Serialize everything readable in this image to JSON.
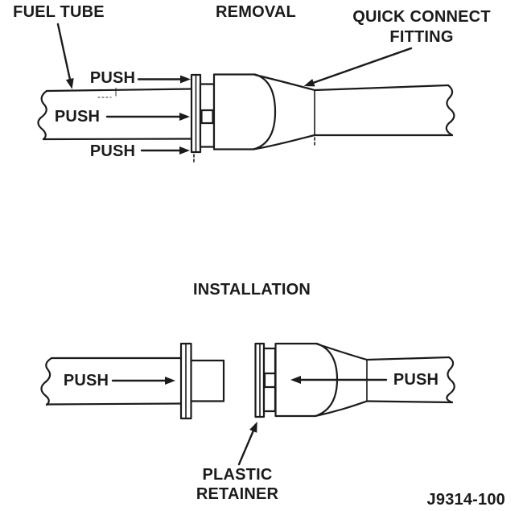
{
  "figure_title": "Fuel tube quick connect fitting service diagram",
  "colors": {
    "ink": "#1b1b1b",
    "background": "#ffffff"
  },
  "removal": {
    "title": "REMOVAL",
    "fuel_tube_label": "FUEL TUBE",
    "quick_connect_label_line1": "QUICK CONNECT",
    "quick_connect_label_line2": "FITTING",
    "push_labels": [
      "PUSH",
      "PUSH",
      "PUSH"
    ]
  },
  "installation": {
    "title": "INSTALLATION",
    "push_labels": [
      "PUSH",
      "PUSH"
    ],
    "plastic_retainer_label_line1": "PLASTIC",
    "plastic_retainer_label_line2": "RETAINER"
  },
  "reference_number": "J9314-100"
}
